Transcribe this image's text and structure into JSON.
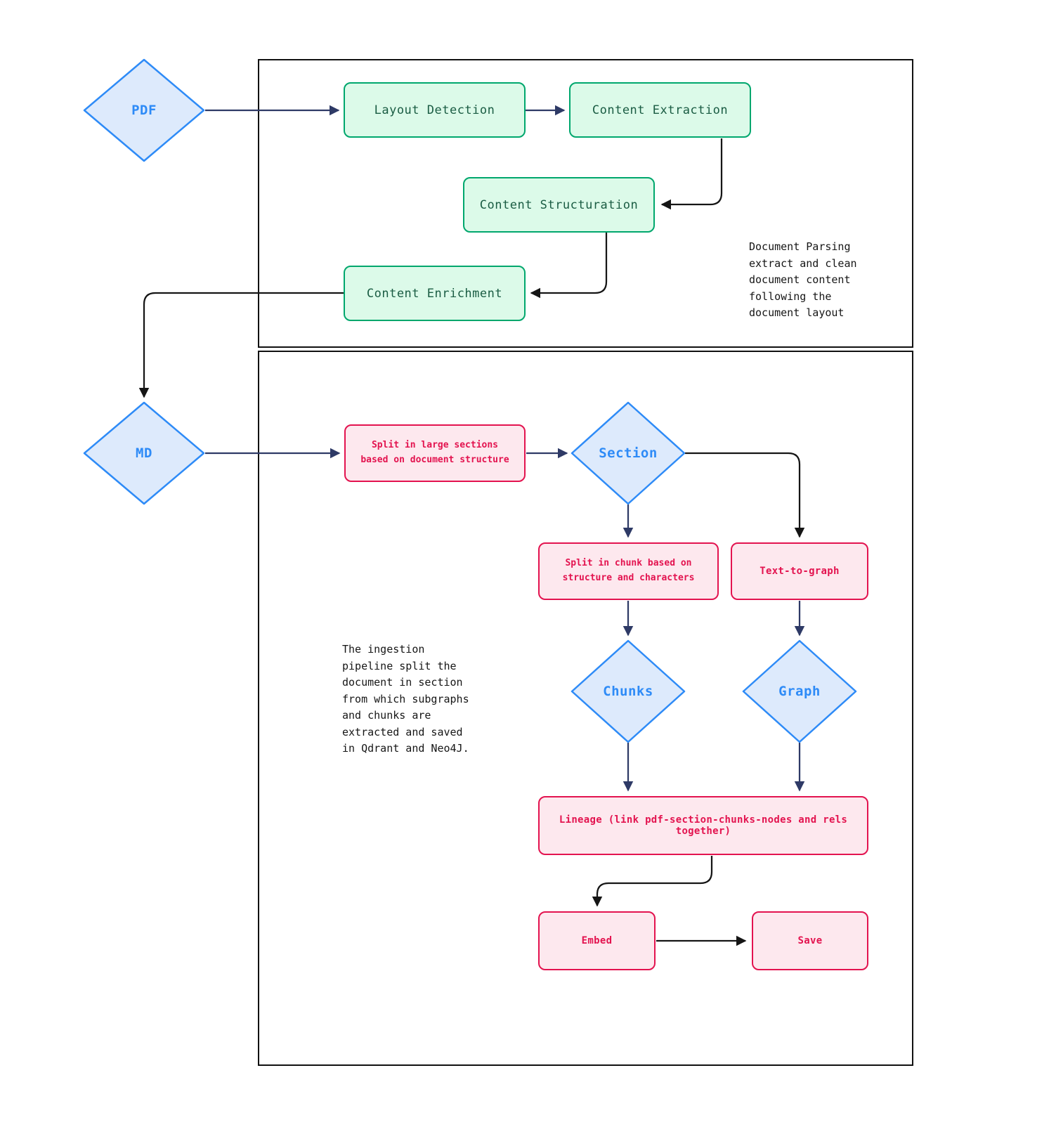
{
  "title": "Document ingestion pipeline flowchart",
  "nodes": {
    "pdf": {
      "label": "PDF",
      "type": "diamond"
    },
    "layout_detection": {
      "label": "Layout Detection",
      "type": "process"
    },
    "content_extraction": {
      "label": "Content Extraction",
      "type": "process"
    },
    "content_structuration": {
      "label": "Content Structuration",
      "type": "process"
    },
    "content_enrichment": {
      "label": "Content Enrichment",
      "type": "process"
    },
    "md": {
      "label": "MD",
      "type": "diamond"
    },
    "split_sections": {
      "label": "Split in large sections based on document structure",
      "type": "process"
    },
    "section": {
      "label": "Section",
      "type": "diamond"
    },
    "split_chunk": {
      "label": "Split in chunk based on structure and characters",
      "type": "process"
    },
    "text_to_graph": {
      "label": "Text-to-graph",
      "type": "process"
    },
    "chunks": {
      "label": "Chunks",
      "type": "diamond"
    },
    "graph": {
      "label": "Graph",
      "type": "diamond"
    },
    "lineage": {
      "label": "Lineage (link pdf-section-chunks-nodes and rels together)",
      "type": "process"
    },
    "embed": {
      "label": "Embed",
      "type": "process"
    },
    "save": {
      "label": "Save",
      "type": "process"
    }
  },
  "notes": {
    "document_parsing": "Document Parsing\nextract and clean\ndocument content\nfollowing the\ndocument layout",
    "ingestion": "The ingestion\npipeline split the\ndocument in section\nfrom which subgraphs\nand chunks are\nextracted and saved\nin Qdrant and Neo4J."
  },
  "edges": [
    {
      "from": "pdf",
      "to": "layout_detection",
      "color": "navy"
    },
    {
      "from": "layout_detection",
      "to": "content_extraction",
      "color": "navy"
    },
    {
      "from": "content_extraction",
      "to": "content_structuration",
      "color": "black"
    },
    {
      "from": "content_structuration",
      "to": "content_enrichment",
      "color": "black"
    },
    {
      "from": "content_enrichment",
      "to": "md",
      "color": "black"
    },
    {
      "from": "md",
      "to": "split_sections",
      "color": "navy"
    },
    {
      "from": "split_sections",
      "to": "section",
      "color": "navy"
    },
    {
      "from": "section",
      "to": "split_chunk",
      "color": "navy"
    },
    {
      "from": "section",
      "to": "text_to_graph",
      "color": "black"
    },
    {
      "from": "split_chunk",
      "to": "chunks",
      "color": "navy"
    },
    {
      "from": "text_to_graph",
      "to": "graph",
      "color": "navy"
    },
    {
      "from": "chunks",
      "to": "lineage",
      "color": "navy"
    },
    {
      "from": "graph",
      "to": "lineage",
      "color": "navy"
    },
    {
      "from": "lineage",
      "to": "embed",
      "color": "black"
    },
    {
      "from": "embed",
      "to": "save",
      "color": "black"
    }
  ],
  "colors": {
    "diamond_border": "#2e8bf7",
    "diamond_fill": "#ddeafc",
    "diamond_text": "#2e8bf7",
    "green_border": "#00a76d",
    "green_fill": "#dcfae9",
    "green_text": "#1a5c43",
    "pink_border": "#e3134f",
    "pink_fill": "#fde8ee",
    "pink_text": "#e3134f",
    "arrow_navy": "#2e3a66",
    "arrow_black": "#151515",
    "container_border": "#111111"
  }
}
